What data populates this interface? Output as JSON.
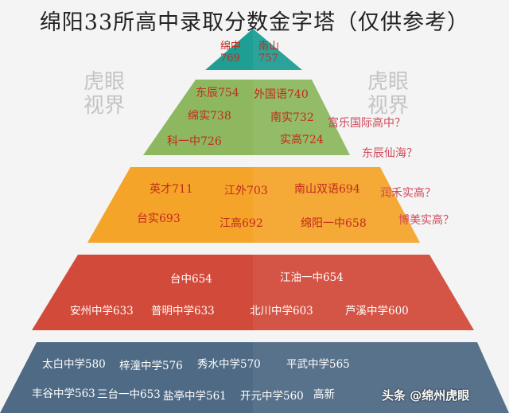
{
  "title": "绵阳33所高中录取分数金字塔（仅供参考）",
  "watermark": {
    "left": "虎眼",
    "left2": "视界",
    "right": "虎眼",
    "right2": "视界"
  },
  "tiers": [
    {
      "name": "tier-1",
      "color": "#1f9e94",
      "schools": [
        {
          "name": "绵中",
          "score": "769"
        },
        {
          "name": "南山",
          "score": "757"
        }
      ]
    },
    {
      "name": "tier-2",
      "color": "#8db860",
      "schools": [
        "东辰754",
        "外国语740",
        "绵实738",
        "南实732",
        "科一中726",
        "实高724"
      ]
    },
    {
      "name": "tier-3",
      "color": "#f5a42a",
      "schools": [
        "英才711",
        "江外703",
        "南山双语694",
        "台实693",
        "江高692",
        "绵阳一中658"
      ]
    },
    {
      "name": "tier-4",
      "color": "#d24a3a",
      "schools": [
        "台中654",
        "江油一中654",
        "安州中学633",
        "普明中学633",
        "北川中学603",
        "芦溪中学600"
      ]
    },
    {
      "name": "tier-5",
      "color": "#4f6a85",
      "schools": [
        "太白中学580",
        "梓潼中学576",
        "秀水中学570",
        "平武中学565",
        "丰谷中学563",
        "三台一中653",
        "盐亭中学561",
        "开元中学560",
        "高新"
      ]
    }
  ],
  "questions": [
    "富乐国际高中？",
    "东辰仙海？",
    "润禾实高？",
    "博美实高？"
  ],
  "footer": "头条 @绵州虎眼"
}
